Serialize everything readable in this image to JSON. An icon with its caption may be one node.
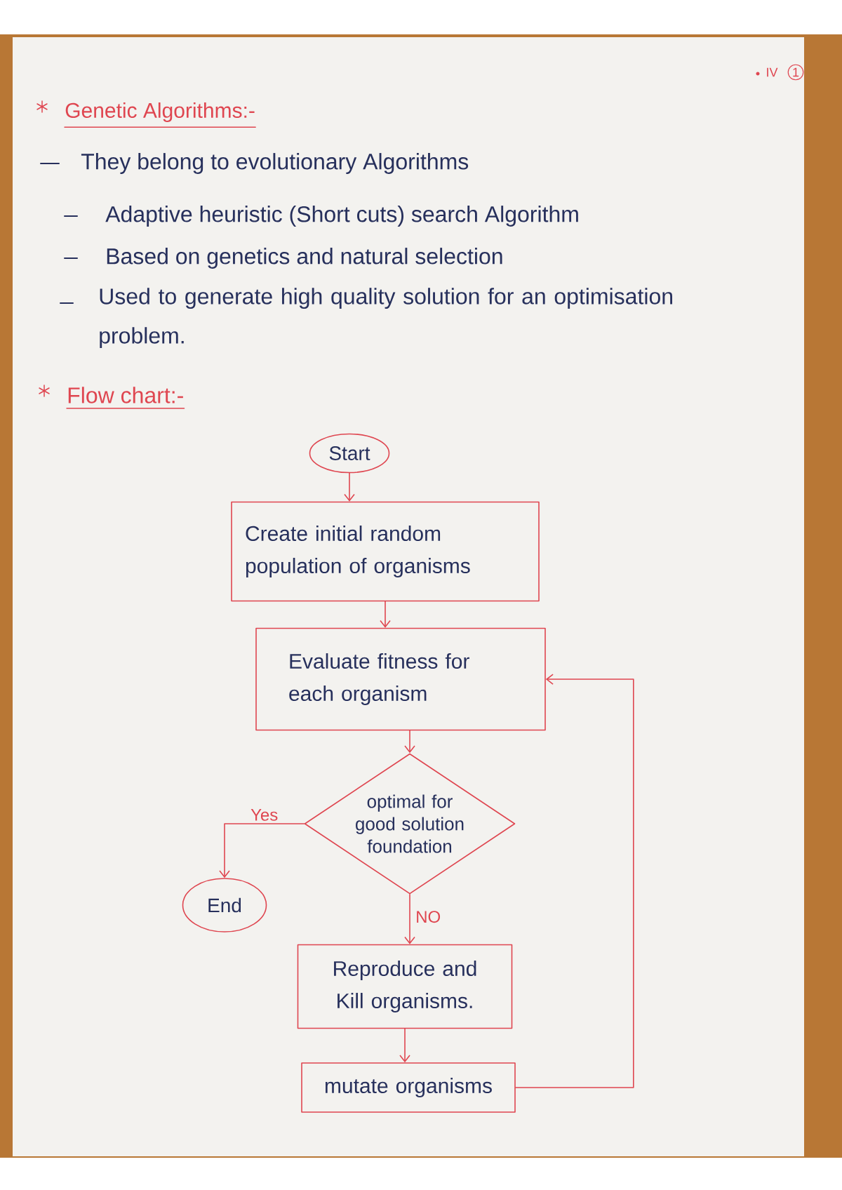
{
  "diagram": {
    "title": "Genetic Algorithms:-",
    "nodes": [
      {
        "text": [
          "Start"
        ]
      },
      {
        "text": [
          "Create initial random population of organisms"
        ]
      },
      {
        "text": [
          "Evaluate fitness for each organism"
        ]
      },
      {
        "text": [
          "optimal for good solution foundation"
        ]
      },
      {
        "text": [
          "End"
        ]
      },
      {
        "text": [
          "Reproduce and Kill organisms."
        ]
      },
      {
        "text": [
          "mutate organisms"
        ]
      }
    ],
    "edges": [
      {
        "from": 0,
        "to": 1,
        "arrow": "to"
      },
      {
        "from": 1,
        "to": 2,
        "arrow": "to"
      },
      {
        "from": 2,
        "to": 3,
        "arrow": "to"
      },
      {
        "from": 3,
        "to": 4,
        "arrow": "to",
        "label": "Yes"
      },
      {
        "from": 3,
        "to": 5,
        "arrow": "to",
        "label": "NO"
      },
      {
        "from": 5,
        "to": 6,
        "arrow": "to"
      },
      {
        "from": 6,
        "to": 2,
        "arrow": "to"
      }
    ],
    "labels": [
      "They belong to evolutionary Algorithms",
      "Adaptive heuristic (Short cuts) search Algorithm",
      "Based on genetics and natural selection",
      "Used to generate high quality solution for an optimisation problem.",
      "Flow chart:-",
      "IV",
      "1"
    ]
  }
}
